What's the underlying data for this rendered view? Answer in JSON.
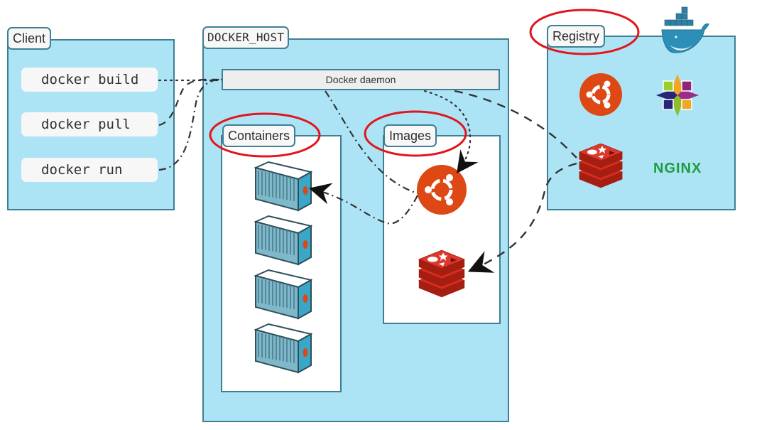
{
  "diagram": {
    "title": "Docker architecture",
    "client": {
      "label": "Client",
      "commands": [
        "docker build",
        "docker pull",
        "docker run"
      ]
    },
    "docker_host": {
      "label": "DOCKER_HOST",
      "daemon_label": "Docker daemon",
      "containers": {
        "label": "Containers",
        "count": 4
      },
      "images": {
        "label": "Images",
        "items": [
          "ubuntu-icon",
          "redis-icon"
        ]
      }
    },
    "registry": {
      "label": "Registry",
      "items": [
        "ubuntu-icon",
        "centos-icon",
        "redis-icon",
        "nginx-logo"
      ],
      "nginx_text": "NGINX"
    },
    "highlights": [
      "Registry",
      "Containers",
      "Images"
    ],
    "colors": {
      "panel_fill": "#ace4f6",
      "panel_border": "#3f7f93",
      "highlight": "#e3141b",
      "ubuntu": "#dd4814",
      "redis": "#d3302a",
      "nginx": "#1d9c3e",
      "docker_whale": "#2d8fb8"
    }
  }
}
